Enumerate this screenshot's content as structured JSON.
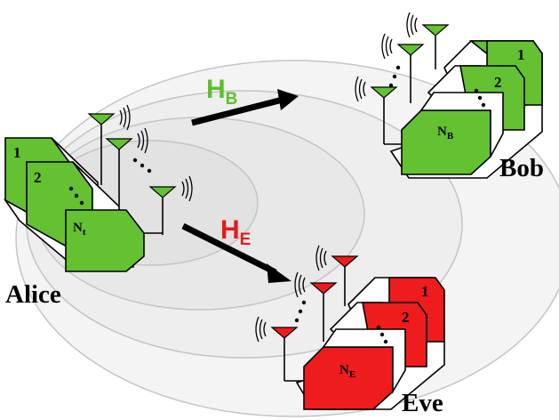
{
  "labels": {
    "alice": "Alice",
    "bob": "Bob",
    "eve": "Eve",
    "channel_bob_main": "H",
    "channel_bob_sub": "B",
    "channel_eve_main": "H",
    "channel_eve_sub": "E"
  },
  "alice_stack": {
    "first": "1",
    "second": "2",
    "last_main": "N",
    "last_sub": "t"
  },
  "bob_stack": {
    "first": "1",
    "second": "2",
    "last_main": "N",
    "last_sub": "B"
  },
  "eve_stack": {
    "first": "1",
    "second": "2",
    "last_main": "N",
    "last_sub": "E"
  },
  "colors": {
    "green": "#63c132",
    "red": "#ee1c1c",
    "channel_bob": "#5cc02a",
    "channel_eve": "#e61a1a",
    "ellipse_fill": "#e9e9e9",
    "ellipse_stroke": "#bdbdbd"
  },
  "icons": {
    "antenna": "antenna-icon",
    "wave": "radio-wave-icon",
    "ellipsis": "vertical-dots-icon"
  }
}
